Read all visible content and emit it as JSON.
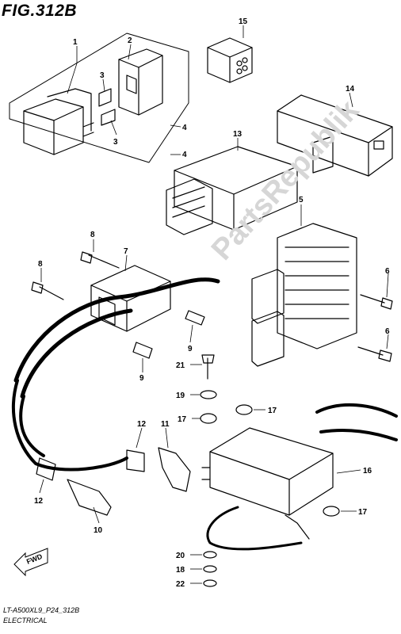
{
  "header": {
    "figure_title": "FIG.312B"
  },
  "footer": {
    "model_code": "LT-A500XL9_P24_312B",
    "caption": "ELECTRICAL"
  },
  "watermark": {
    "text": "PartsRepublik",
    "color": "#d6d6d6"
  },
  "fwd_badge": {
    "label": "FWD"
  },
  "callouts": [
    {
      "id": "c1",
      "label": "1"
    },
    {
      "id": "c2",
      "label": "2"
    },
    {
      "id": "c3a",
      "label": "3"
    },
    {
      "id": "c3b",
      "label": "3"
    },
    {
      "id": "c4a",
      "label": "4"
    },
    {
      "id": "c4b",
      "label": "4"
    },
    {
      "id": "c5",
      "label": "5"
    },
    {
      "id": "c6a",
      "label": "6"
    },
    {
      "id": "c6b",
      "label": "6"
    },
    {
      "id": "c7",
      "label": "7"
    },
    {
      "id": "c8a",
      "label": "8"
    },
    {
      "id": "c8b",
      "label": "8"
    },
    {
      "id": "c9a",
      "label": "9"
    },
    {
      "id": "c9b",
      "label": "9"
    },
    {
      "id": "c10",
      "label": "10"
    },
    {
      "id": "c11",
      "label": "11"
    },
    {
      "id": "c12a",
      "label": "12"
    },
    {
      "id": "c12b",
      "label": "12"
    },
    {
      "id": "c13",
      "label": "13"
    },
    {
      "id": "c14",
      "label": "14"
    },
    {
      "id": "c15",
      "label": "15"
    },
    {
      "id": "c16",
      "label": "16"
    },
    {
      "id": "c17a",
      "label": "17"
    },
    {
      "id": "c17b",
      "label": "17"
    },
    {
      "id": "c17c",
      "label": "17"
    },
    {
      "id": "c18",
      "label": "18"
    },
    {
      "id": "c19",
      "label": "19"
    },
    {
      "id": "c20",
      "label": "20"
    },
    {
      "id": "c21",
      "label": "21"
    },
    {
      "id": "c22",
      "label": "22"
    }
  ]
}
